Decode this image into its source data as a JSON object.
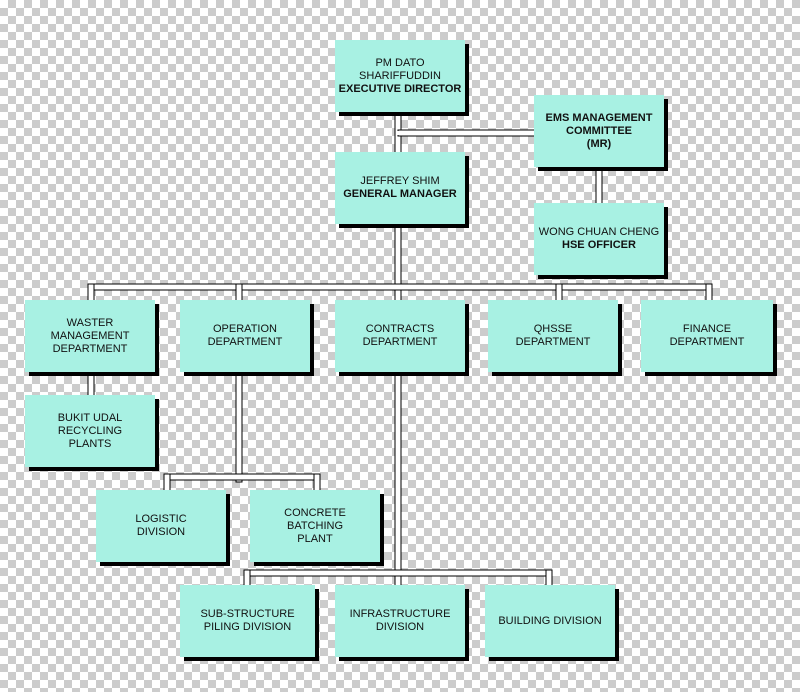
{
  "boxes": {
    "executive_director": [
      "PM DATO",
      "SHARIFFUDDIN",
      "EXECUTIVE DIRECTOR"
    ],
    "ems_committee": [
      "EMS MANAGEMENT",
      "COMMITTEE",
      "(MR)"
    ],
    "general_manager": [
      "JEFFREY SHIM",
      "GENERAL MANAGER"
    ],
    "hse_officer": [
      "WONG CHUAN CHENG",
      "HSE OFFICER"
    ],
    "waster_management": [
      "WASTER",
      "MANAGEMENT",
      "DEPARTMENT"
    ],
    "operation": [
      "OPERATION",
      "DEPARTMENT"
    ],
    "contracts": [
      "CONTRACTS",
      "DEPARTMENT"
    ],
    "qhsse": [
      "QHSSE",
      "DEPARTMENT"
    ],
    "finance": [
      "FINANCE",
      "DEPARTMENT"
    ],
    "bukit_udal": [
      "BUKIT UDAL",
      "RECYCLING",
      "PLANTS"
    ],
    "logistic": [
      "LOGISTIC",
      "DIVISION"
    ],
    "concrete": [
      "CONCRETE",
      "BATCHING",
      "PLANT"
    ],
    "sub_structure": [
      "SUB-STRUCTURE",
      "PILING DIVISION"
    ],
    "infrastructure": [
      "INFRASTRUCTURE",
      "DIVISION"
    ],
    "building": [
      "BUILDING DIVISION"
    ]
  },
  "colors": {
    "box_fill": "#a8f1e3",
    "line": "#000000",
    "background": "checkerboard"
  }
}
